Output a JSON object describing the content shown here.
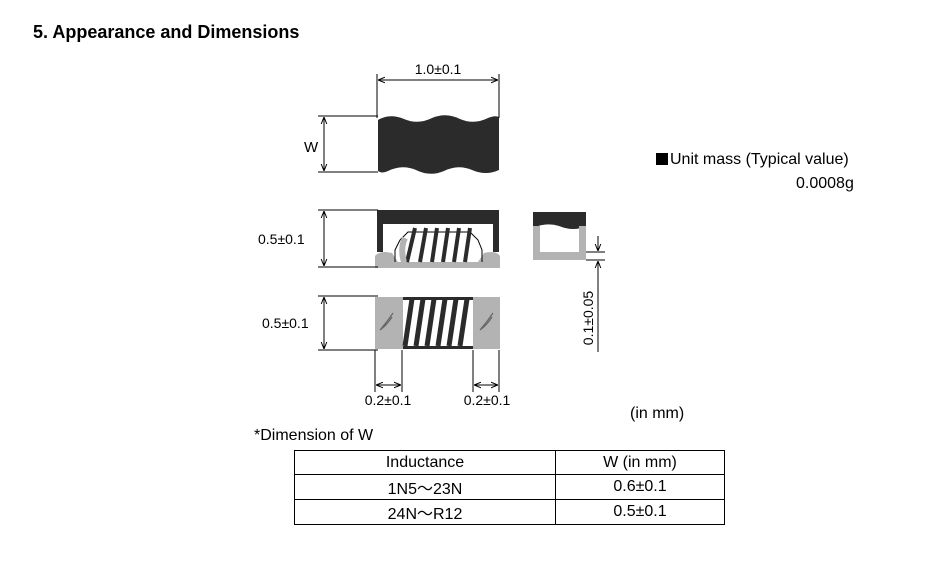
{
  "section": {
    "title": "5. Appearance and Dimensions"
  },
  "dimensions": {
    "length": "1.0±0.1",
    "width_symbol": "W",
    "height_side": "0.5±0.1",
    "height_bottom": "0.5±0.1",
    "electrode_left": "0.2±0.1",
    "electrode_right": "0.2±0.1",
    "end_thickness": "0.1±0.05"
  },
  "unit_mass": {
    "label": "Unit mass (Typical value)",
    "value": "0.0008g"
  },
  "unit_note": "(in mm)",
  "w_note": "*Dimension of W",
  "w_table": {
    "headers": [
      "Inductance",
      "W (in mm)"
    ],
    "rows": [
      [
        "1N5〜23N",
        "0.6±0.1"
      ],
      [
        "24N〜R12",
        "0.5±0.1"
      ]
    ]
  },
  "colors": {
    "body": "#2b2b2b",
    "electrode": "#b3b3b3",
    "line": "#000000"
  }
}
